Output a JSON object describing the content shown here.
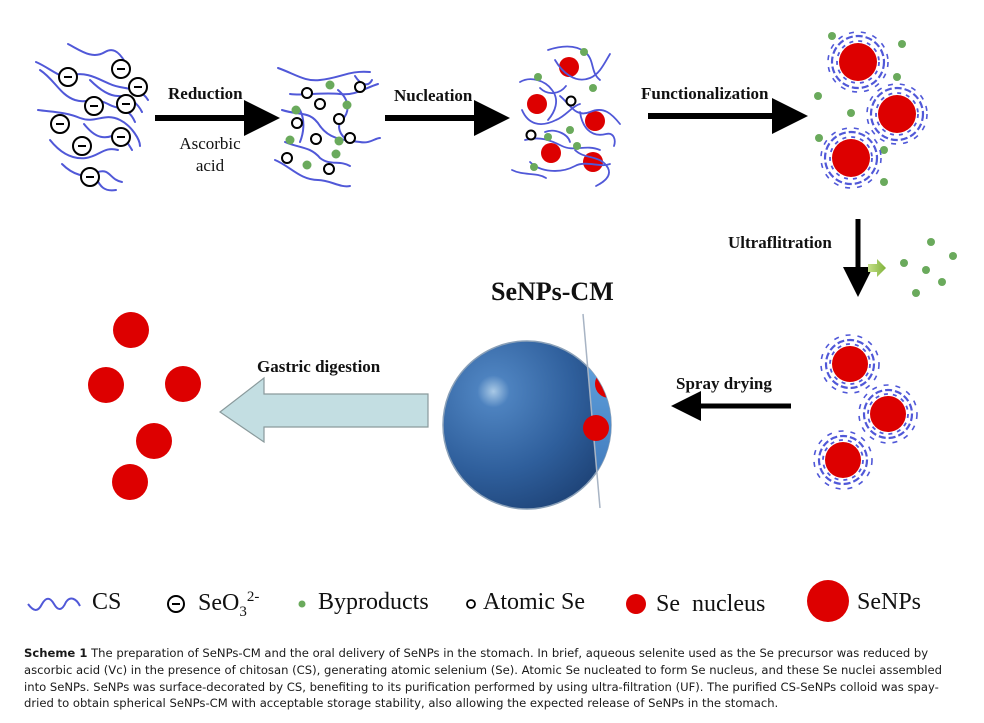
{
  "figure": {
    "type": "scheme",
    "steps": {
      "reduction": "Reduction",
      "reduction_agent": [
        "Ascorbic",
        "acid"
      ],
      "nucleation": "Nucleation",
      "functionalization": "Functionalization",
      "ultrafiltration": "Ultraflitration",
      "spray_drying": "Spray drying",
      "gastric_digestion": "Gastric digestion"
    },
    "product_title": "SeNPs-CM",
    "colors": {
      "chitosan": "#5058d8",
      "byproduct": "#6aaa5c",
      "se_red": "#dd0000",
      "microsphere_dark": "#2f5f9c",
      "microsphere_light": "#5ea2e0",
      "gastric_arrow": "#c3dee2",
      "filtrate_arrow": "#9ccc4a"
    }
  },
  "legend": {
    "items": [
      {
        "symbol": "wave-icon",
        "label": "CS"
      },
      {
        "symbol": "minus-circle-icon",
        "label": "SeO",
        "sub": "3",
        "sup": "2-"
      },
      {
        "symbol": "green-dot-icon",
        "label": "Byproducts"
      },
      {
        "symbol": "open-circle-icon",
        "label": "Atomic Se"
      },
      {
        "symbol": "red-dot-small-icon",
        "label": "Se  nucleus"
      },
      {
        "symbol": "red-dot-large-icon",
        "label": "SeNPs"
      }
    ]
  },
  "caption": {
    "label": "Scheme 1",
    "text": "The preparation of SeNPs-CM and the oral delivery of SeNPs in the stomach. In brief, aqueous selenite used as the Se precursor was reduced by ascorbic acid (Vc) in the presence of chitosan (CS), generating atomic selenium (Se). Atomic Se nucleated to form Se nucleus, and these Se nuclei assembled into SeNPs. SeNPs was surface-decorated by CS, benefiting to its purification performed by using ultra-filtration (UF). The purified CS-SeNPs colloid was spay-dried to obtain spherical SeNPs-CM with acceptable storage stability, also allowing the expected release of SeNPs in the stomach."
  }
}
